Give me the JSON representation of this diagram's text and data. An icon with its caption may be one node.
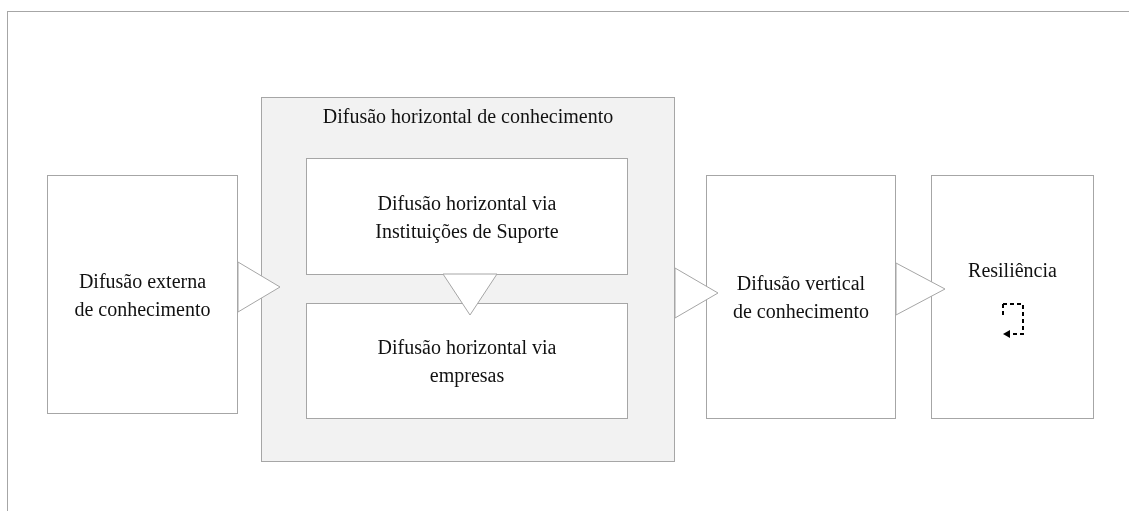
{
  "diagram": {
    "nodes": [
      {
        "text": [
          "Difusão externa de conhecimento"
        ]
      },
      {
        "text": [
          "Difusão horizontal de conhecimento"
        ]
      },
      {
        "text": [
          "Difusão horizontal via Instituições de Suporte"
        ],
        "in": 1
      },
      {
        "text": [
          "Difusão horizontal via empresas"
        ],
        "in": 1
      },
      {
        "text": [
          "Difusão vertical de conhecimento"
        ]
      },
      {
        "text": [
          "Resiliência"
        ]
      }
    ],
    "edges": [
      {
        "from": 0,
        "to": 1,
        "arrow": "to"
      },
      {
        "from": 2,
        "to": 3,
        "arrow": "to"
      },
      {
        "from": 1,
        "to": 4,
        "arrow": "to"
      },
      {
        "from": 4,
        "to": 5,
        "arrow": "to"
      }
    ]
  }
}
